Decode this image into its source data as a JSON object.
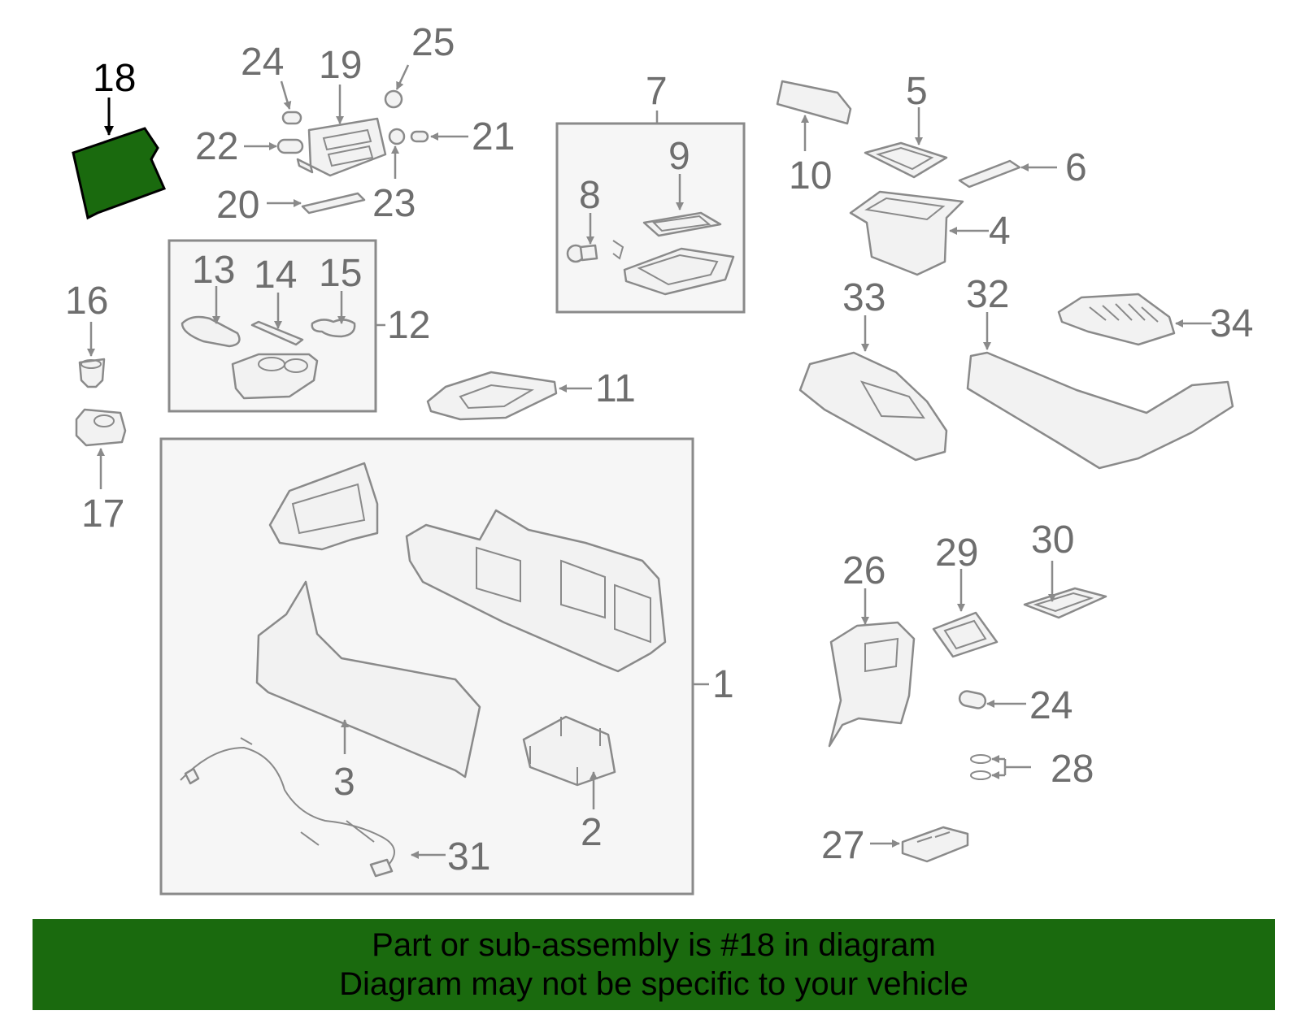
{
  "colors": {
    "highlight": "#1a6a0e",
    "line": "#8a8a8a",
    "label": "#6e6e6e"
  },
  "highlighted_part": "18",
  "labels": {
    "p1": "1",
    "p2": "2",
    "p3": "3",
    "p4": "4",
    "p5": "5",
    "p6": "6",
    "p7": "7",
    "p8": "8",
    "p9": "9",
    "p10": "10",
    "p11": "11",
    "p12": "12",
    "p13": "13",
    "p14": "14",
    "p15": "15",
    "p16": "16",
    "p17": "17",
    "p18": "18",
    "p19": "19",
    "p20": "20",
    "p21": "21",
    "p22": "22",
    "p23": "23",
    "p24a": "24",
    "p24b": "24",
    "p25": "25",
    "p26": "26",
    "p27": "27",
    "p28": "28",
    "p29": "29",
    "p30": "30",
    "p31": "31",
    "p32": "32",
    "p33": "33",
    "p34": "34"
  },
  "banner": {
    "line1": "Part or sub-assembly is #18 in diagram",
    "line2": "Diagram may not be specific to your vehicle"
  }
}
